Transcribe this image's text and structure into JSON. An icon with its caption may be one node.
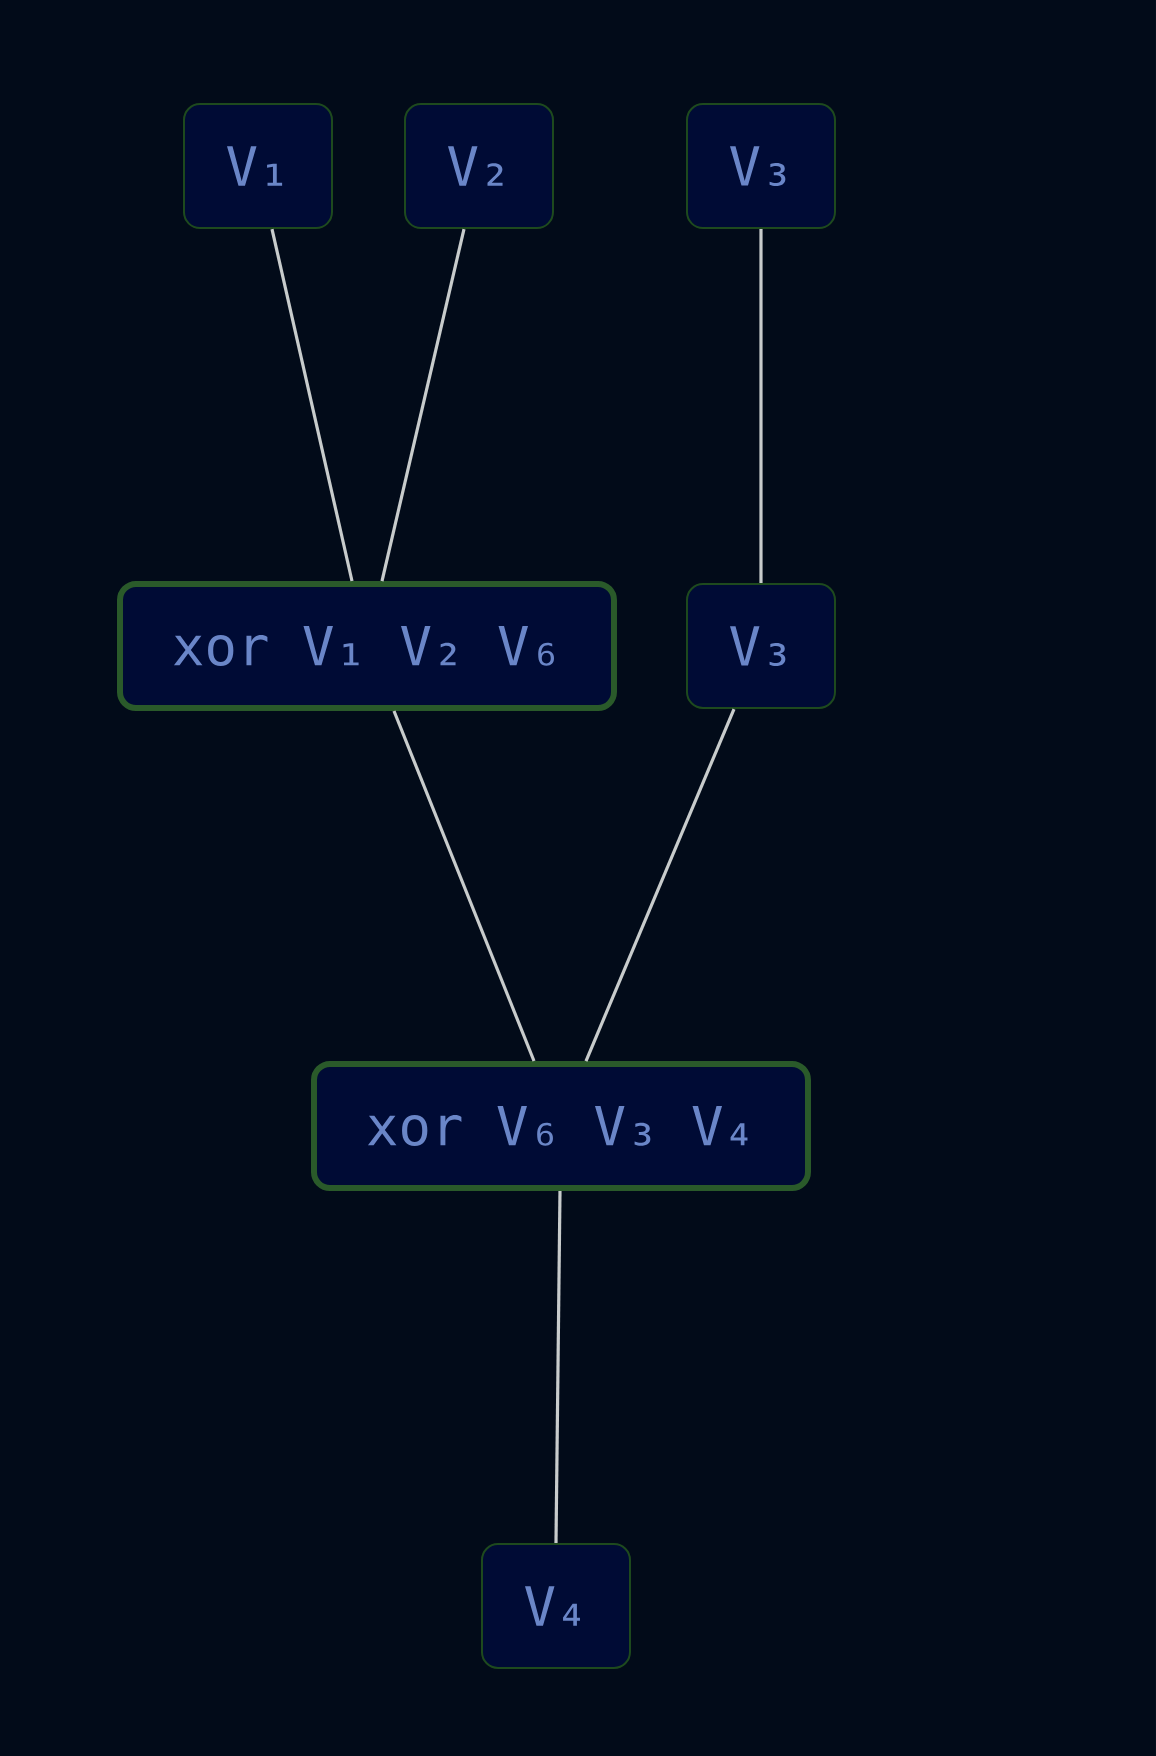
{
  "diagram": {
    "nodes": [
      {
        "text": [
          "V₁"
        ]
      },
      {
        "text": [
          "V₂"
        ]
      },
      {
        "text": [
          "V₃"
        ]
      },
      {
        "text": [
          "xor V₁ V₂ V₆"
        ]
      },
      {
        "text": [
          "V₃"
        ]
      },
      {
        "text": [
          "xor V₆ V₃ V₄"
        ]
      },
      {
        "text": [
          "V₄"
        ]
      }
    ],
    "edges": [
      {
        "from": 0,
        "to": 3,
        "arrow": "none"
      },
      {
        "from": 1,
        "to": 3,
        "arrow": "none"
      },
      {
        "from": 2,
        "to": 4,
        "arrow": "none"
      },
      {
        "from": 3,
        "to": 5,
        "arrow": "none"
      },
      {
        "from": 4,
        "to": 5,
        "arrow": "none"
      },
      {
        "from": 5,
        "to": 6,
        "arrow": "none"
      }
    ]
  }
}
